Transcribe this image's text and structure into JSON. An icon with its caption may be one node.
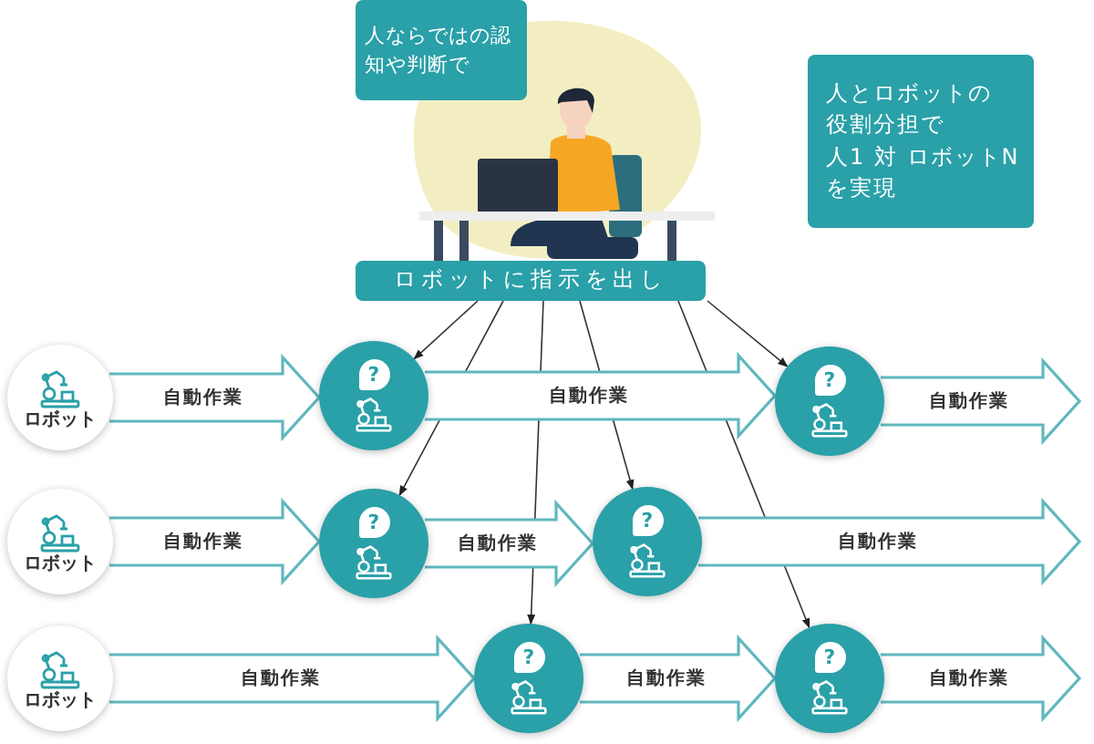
{
  "diagram": {
    "nodes": [
      {
        "text": [
          "人ならではの認知や判断で"
        ]
      },
      {
        "text": [
          "人とロボットの",
          "役割分担で",
          "人1 対 ロボットN",
          "を実現"
        ]
      },
      {
        "text": [
          "ロボットに指示を出し"
        ]
      },
      {
        "text": [
          "ロボット"
        ]
      },
      {
        "text": [
          "?"
        ]
      },
      {
        "text": [
          "?"
        ]
      },
      {
        "text": [
          "ロボット"
        ]
      },
      {
        "text": [
          "?"
        ]
      },
      {
        "text": [
          "?"
        ]
      },
      {
        "text": [
          "ロボット"
        ]
      },
      {
        "text": [
          "?"
        ]
      },
      {
        "text": [
          "?"
        ]
      }
    ],
    "edges": [
      {
        "from": 2,
        "to": 4,
        "arrow": "to",
        "color": "#333333"
      },
      {
        "from": 2,
        "to": 7,
        "arrow": "to",
        "color": "#333333"
      },
      {
        "from": 2,
        "to": 10,
        "arrow": "to",
        "color": "#333333"
      },
      {
        "from": 2,
        "to": 8,
        "arrow": "to",
        "color": "#333333"
      },
      {
        "from": 2,
        "to": 11,
        "arrow": "to",
        "color": "#333333"
      },
      {
        "from": 2,
        "to": 5,
        "arrow": "to",
        "color": "#333333"
      },
      {
        "from": 3,
        "to": 4,
        "arrow": "to",
        "label": "自動作業",
        "style": "thick"
      },
      {
        "from": 4,
        "to": 5,
        "arrow": "to",
        "label": "自動作業",
        "style": "thick"
      },
      {
        "from": 5,
        "to": null,
        "arrow": "to",
        "label": "自動作業",
        "style": "thick"
      },
      {
        "from": 6,
        "to": 7,
        "arrow": "to",
        "label": "自動作業",
        "style": "thick"
      },
      {
        "from": 7,
        "to": 8,
        "arrow": "to",
        "label": "自動作業",
        "style": "thick"
      },
      {
        "from": 8,
        "to": null,
        "arrow": "to",
        "label": "自動作業",
        "style": "thick"
      },
      {
        "from": 9,
        "to": 10,
        "arrow": "to",
        "label": "自動作業",
        "style": "thick"
      },
      {
        "from": 10,
        "to": 11,
        "arrow": "to",
        "label": "自動作業",
        "style": "thick"
      },
      {
        "from": 11,
        "to": null,
        "arrow": "to",
        "label": "自動作業",
        "style": "thick"
      }
    ]
  }
}
